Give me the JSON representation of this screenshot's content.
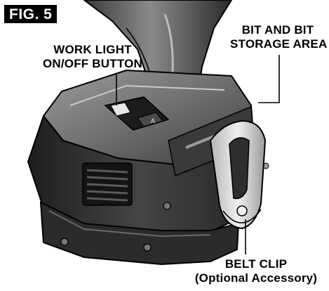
{
  "figure": {
    "label": "FIG. 5"
  },
  "callouts": {
    "work_light": [
      "WORK LIGHT",
      "ON/OFF BUTTON"
    ],
    "bit_storage": [
      "BIT AND BIT",
      "STORAGE AREA"
    ],
    "belt_clip": [
      "BELT CLIP",
      "(Optional Accessory)"
    ]
  },
  "switch": {
    "label": "A"
  },
  "colors": {
    "ink": "#000000",
    "metal": "#cfcfcf",
    "body_dark": "#2c2c2c"
  }
}
